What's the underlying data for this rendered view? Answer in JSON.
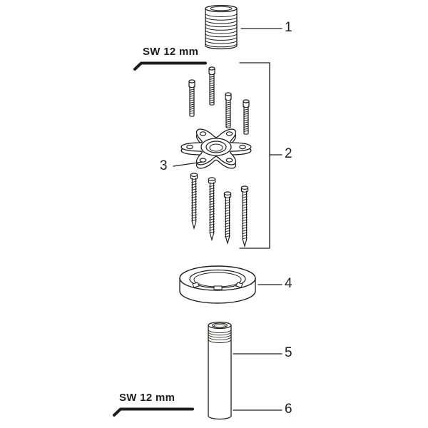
{
  "figure": {
    "background": "#ffffff",
    "line_color": "#1d1d1b"
  },
  "callouts": [
    {
      "id": "1",
      "label": "1"
    },
    {
      "id": "2",
      "label": "2"
    },
    {
      "id": "3",
      "label": "3"
    },
    {
      "id": "4",
      "label": "4"
    },
    {
      "id": "5",
      "label": "5"
    },
    {
      "id": "6",
      "label": "6"
    }
  ],
  "annotations": {
    "wrench_top": "SW 12 mm",
    "wrench_bottom": "SW 12 mm"
  }
}
